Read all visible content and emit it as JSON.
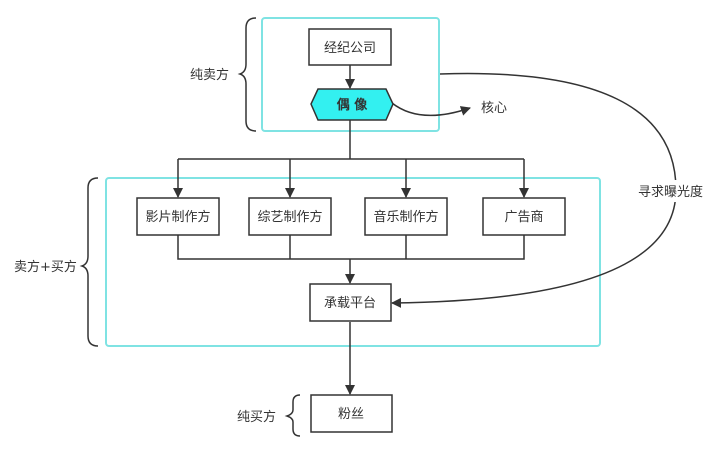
{
  "colors": {
    "group_border": "#7fe3e3",
    "highlight_fill": "#33f0f0",
    "line": "#333333",
    "node_fill": "#ffffff"
  },
  "groups": {
    "top": {
      "label": "纯卖方"
    },
    "middle": {
      "label": "卖方+买方"
    },
    "bottom": {
      "label": "纯买方"
    }
  },
  "nodes": {
    "agency": "经纪公司",
    "idol": "偶 像",
    "film": "影片制作方",
    "variety": "综艺制作方",
    "music": "音乐制作方",
    "advertiser": "广告商",
    "platform": "承载平台",
    "fans": "粉丝"
  },
  "edges": {
    "core_label": "核心",
    "exposure_label": "寻求曝光度"
  }
}
